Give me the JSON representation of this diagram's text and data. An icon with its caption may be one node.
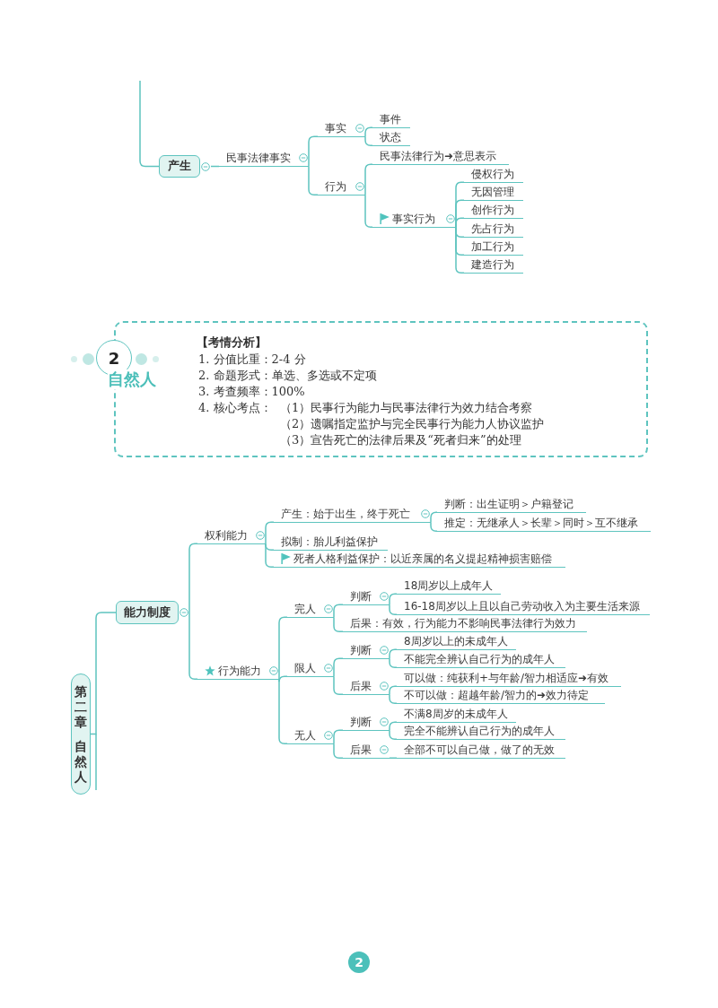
{
  "diagram": {
    "nodes": [
      {
        "text": [
          "产生"
        ]
      },
      {
        "text": [
          "民事法律事实"
        ]
      },
      {
        "text": [
          "事实"
        ]
      },
      {
        "text": [
          "事件"
        ]
      },
      {
        "text": [
          "状态"
        ]
      },
      {
        "text": [
          "行为"
        ]
      },
      {
        "text": [
          "民事法律行为➜意思表示"
        ]
      },
      {
        "text": [
          "事实行为"
        ]
      },
      {
        "text": [
          "侵权行为"
        ]
      },
      {
        "text": [
          "无因管理"
        ]
      },
      {
        "text": [
          "创作行为"
        ]
      },
      {
        "text": [
          "先占行为"
        ]
      },
      {
        "text": [
          "加工行为"
        ]
      },
      {
        "text": [
          "建造行为"
        ]
      },
      {
        "text": [
          "2",
          "自然人"
        ]
      },
      {
        "text": [
          "【考情分析】",
          "1. 分值比重：2-4 分",
          "2. 命题形式：单选、多选或不定项",
          "3. 考查频率：100%",
          "4. 核心考点：",
          "（1）民事行为能力与民事法律行为效力结合考察",
          "（2）遗嘱指定监护与完全民事行为能力人协议监护",
          "（3）宣告死亡的法律后果及“死者归来”的处理"
        ]
      },
      {
        "text": [
          "第二章",
          "自然人"
        ]
      },
      {
        "text": [
          "能力制度"
        ]
      },
      {
        "text": [
          "权利能力"
        ]
      },
      {
        "text": [
          "产生：始于出生，终于死亡"
        ]
      },
      {
        "text": [
          "判断：出生证明＞户籍登记"
        ]
      },
      {
        "text": [
          "推定：无继承人＞长辈＞同时＞互不继承"
        ]
      },
      {
        "text": [
          "拟制：胎儿利益保护"
        ]
      },
      {
        "text": [
          "死者人格利益保护：以近亲属的名义提起精神损害赔偿"
        ]
      },
      {
        "text": [
          "行为能力"
        ]
      },
      {
        "text": [
          "完人"
        ]
      },
      {
        "text": [
          "判断"
        ]
      },
      {
        "text": [
          "18周岁以上成年人"
        ]
      },
      {
        "text": [
          "16-18周岁以上且以自己劳动收入为主要生活来源"
        ]
      },
      {
        "text": [
          "后果：有效，行为能力不影响民事法律行为效力"
        ]
      },
      {
        "text": [
          "限人"
        ]
      },
      {
        "text": [
          "判断"
        ]
      },
      {
        "text": [
          "8周岁以上的未成年人"
        ]
      },
      {
        "text": [
          "不能完全辨认自己行为的成年人"
        ]
      },
      {
        "text": [
          "后果"
        ]
      },
      {
        "text": [
          "可以做：纯获利+与年龄/智力相适应➜有效"
        ]
      },
      {
        "text": [
          "不可以做：超越年龄/智力的➜效力待定"
        ]
      },
      {
        "text": [
          "无人"
        ]
      },
      {
        "text": [
          "判断"
        ]
      },
      {
        "text": [
          "不满8周岁的未成年人"
        ]
      },
      {
        "text": [
          "完全不能辨认自己行为的成年人"
        ]
      },
      {
        "text": [
          "后果"
        ]
      },
      {
        "text": [
          "全部不可以自己做，做了的无效"
        ]
      },
      {
        "text": [
          "2"
        ]
      }
    ],
    "edges": [
      {
        "from": null,
        "to": 0,
        "arrow": "none"
      },
      {
        "from": 0,
        "to": 1,
        "arrow": "none"
      },
      {
        "from": 1,
        "to": 2,
        "arrow": "none"
      },
      {
        "from": 2,
        "to": 3,
        "arrow": "none"
      },
      {
        "from": 2,
        "to": 4,
        "arrow": "none"
      },
      {
        "from": 1,
        "to": 5,
        "arrow": "none"
      },
      {
        "from": 5,
        "to": 6,
        "arrow": "none"
      },
      {
        "from": 5,
        "to": 7,
        "arrow": "none"
      },
      {
        "from": 7,
        "to": 8,
        "arrow": "none"
      },
      {
        "from": 7,
        "to": 9,
        "arrow": "none"
      },
      {
        "from": 7,
        "to": 10,
        "arrow": "none"
      },
      {
        "from": 7,
        "to": 11,
        "arrow": "none"
      },
      {
        "from": 7,
        "to": 12,
        "arrow": "none"
      },
      {
        "from": 7,
        "to": 13,
        "arrow": "none"
      },
      {
        "from": 16,
        "to": 17,
        "arrow": "none"
      },
      {
        "from": 17,
        "to": 18,
        "arrow": "none"
      },
      {
        "from": 18,
        "to": 19,
        "arrow": "none"
      },
      {
        "from": 19,
        "to": 20,
        "arrow": "none"
      },
      {
        "from": 19,
        "to": 21,
        "arrow": "none"
      },
      {
        "from": 18,
        "to": 22,
        "arrow": "none"
      },
      {
        "from": 18,
        "to": 23,
        "arrow": "none"
      },
      {
        "from": 17,
        "to": 24,
        "arrow": "none"
      },
      {
        "from": 24,
        "to": 25,
        "arrow": "none"
      },
      {
        "from": 25,
        "to": 26,
        "arrow": "none"
      },
      {
        "from": 26,
        "to": 27,
        "arrow": "none"
      },
      {
        "from": 26,
        "to": 28,
        "arrow": "none"
      },
      {
        "from": 25,
        "to": 29,
        "arrow": "none"
      },
      {
        "from": 24,
        "to": 30,
        "arrow": "none"
      },
      {
        "from": 30,
        "to": 31,
        "arrow": "none"
      },
      {
        "from": 31,
        "to": 32,
        "arrow": "none"
      },
      {
        "from": 31,
        "to": 33,
        "arrow": "none"
      },
      {
        "from": 30,
        "to": 34,
        "arrow": "none"
      },
      {
        "from": 34,
        "to": 35,
        "arrow": "none"
      },
      {
        "from": 34,
        "to": 36,
        "arrow": "none"
      },
      {
        "from": 24,
        "to": 37,
        "arrow": "none"
      },
      {
        "from": 37,
        "to": 38,
        "arrow": "none"
      },
      {
        "from": 38,
        "to": 39,
        "arrow": "none"
      },
      {
        "from": 38,
        "to": 40,
        "arrow": "none"
      },
      {
        "from": 37,
        "to": 41,
        "arrow": "none"
      },
      {
        "from": 41,
        "to": 42,
        "arrow": "none"
      }
    ]
  }
}
